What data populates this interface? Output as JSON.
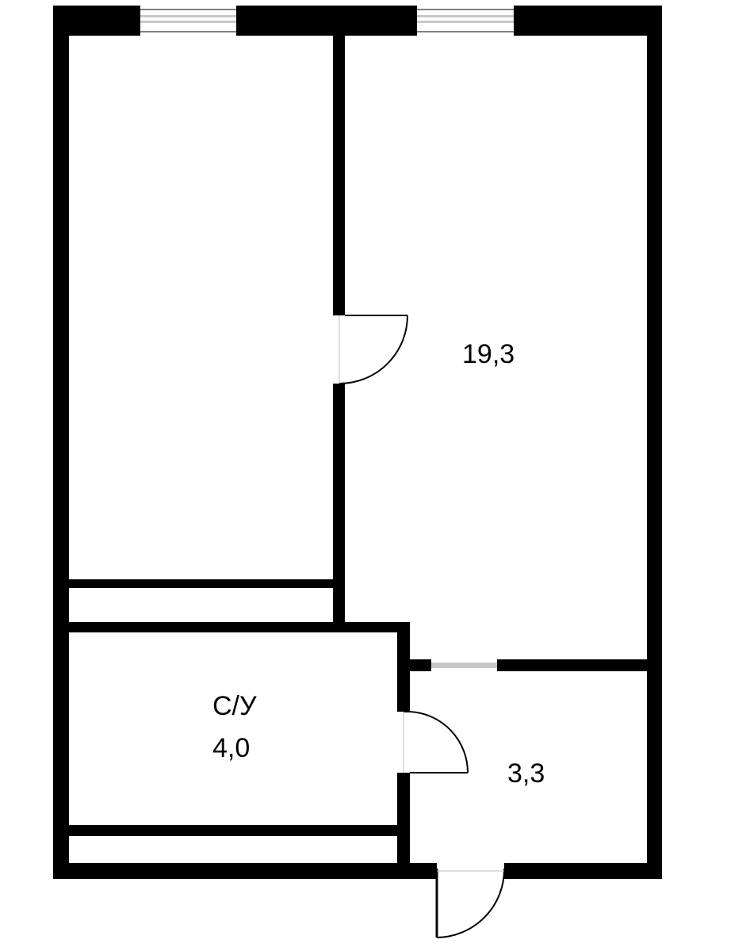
{
  "colors": {
    "wall": "#000000",
    "background": "#ffffff",
    "window_glass": "#c8c8c8"
  },
  "rooms": {
    "main_room": {
      "area": "19,3"
    },
    "bathroom": {
      "name": "С/У",
      "area": "4,0"
    },
    "hallway": {
      "area": "3,3"
    }
  }
}
